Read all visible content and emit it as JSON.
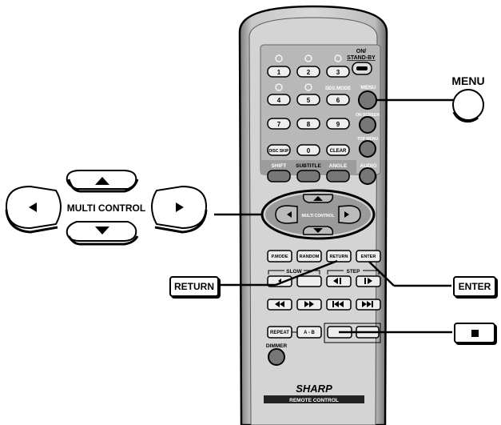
{
  "remote": {
    "top_label_line1": "ON/",
    "top_label_line2": "STAND-BY",
    "seg_mode": "SEG.MODE",
    "menu": "MENU",
    "on_screen": "ON SCREEN",
    "top_menu": "TOP MENU",
    "disc_skip": "DISC SKIP",
    "clear": "CLEAR",
    "shift": "SHIFT",
    "subtitle": "SUBTITLE",
    "angle": "ANGLE",
    "audio": "AUDIO",
    "multi_control_small": "MULTI CONTROL",
    "p_mode": "P.MODE",
    "random": "RANDOM",
    "return_small": "RETURN",
    "enter_small": "ENTER",
    "slow": "SLOW",
    "step": "STEP",
    "repeat": "REPEAT",
    "a_b": "A - B",
    "dimmer": "DIMMER",
    "brand": "SHARP",
    "remote_control": "REMOTE CONTROL",
    "digits": [
      "1",
      "2",
      "3",
      "4",
      "5",
      "6",
      "7",
      "8",
      "9",
      "0"
    ]
  },
  "callouts": {
    "menu": "MENU",
    "multi_control": "MULTI CONTROL",
    "return": "RETURN",
    "enter": "ENTER"
  }
}
